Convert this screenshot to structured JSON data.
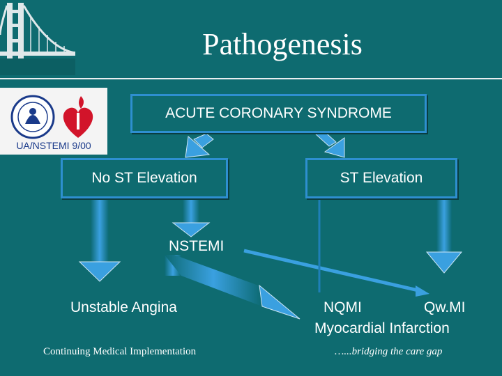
{
  "title": "Pathogenesis",
  "badge_text": "UA/NSTEMI 9/00",
  "nodes": {
    "acs": "ACUTE CORONARY SYNDROME",
    "no_st": "No ST Elevation",
    "st": "ST Elevation",
    "nstemi": "NSTEMI",
    "unstable_angina": "Unstable Angina",
    "nqmi": "NQMI",
    "qwmi": "Qw.MI",
    "mi": "Myocardial Infarction"
  },
  "footer": {
    "left": "Continuing Medical Implementation",
    "right": "…...bridging the care gap"
  },
  "colors": {
    "background": "#0e6b70",
    "box_border": "#2e8fd0",
    "arrow": "#3aa0e0",
    "text": "#ffffff"
  }
}
